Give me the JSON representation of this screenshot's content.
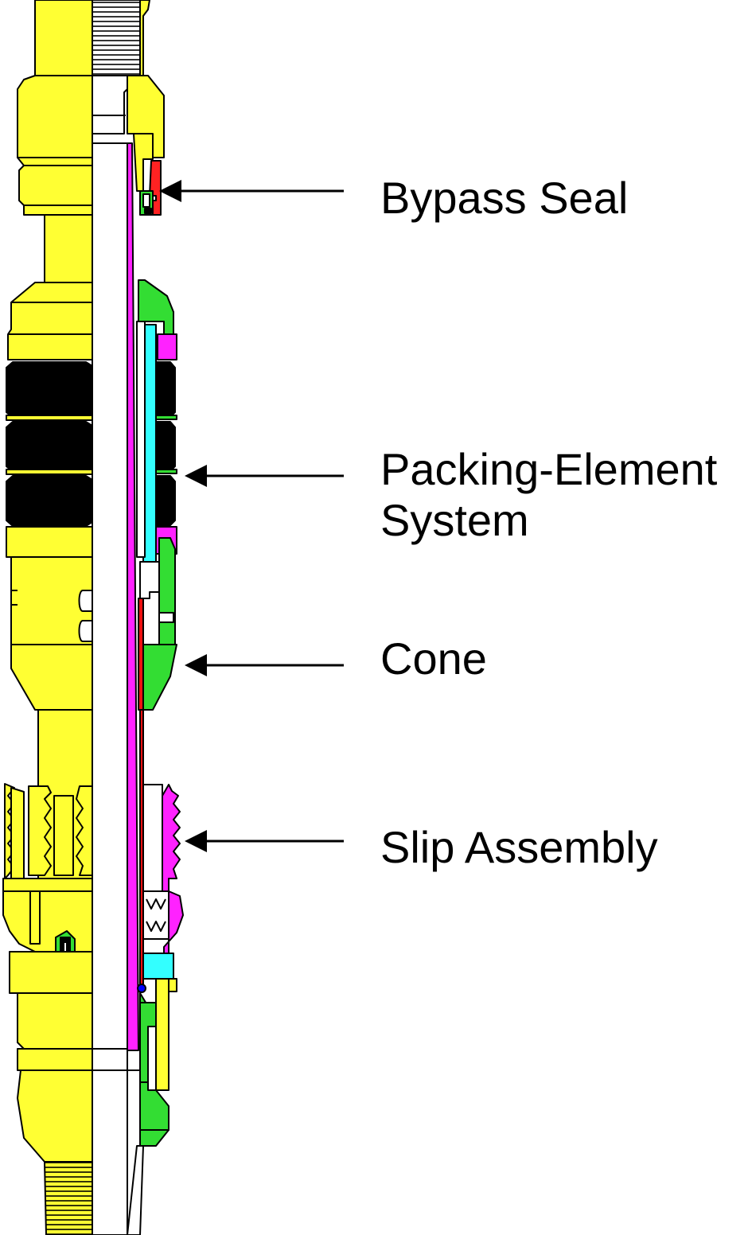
{
  "diagram": {
    "colors": {
      "housing": "#ffff33",
      "mandrel": "#ffffff",
      "outline": "#000000",
      "elastomer": "#000000",
      "sleeve": "#ff22ff",
      "liner": "#33ffff",
      "green_parts": "#33dd33",
      "seal": "#ff2222",
      "red_line": "#ee1111",
      "plug": "#0000ff"
    },
    "icons": {
      "arrow": "left-pointing-arrow",
      "spring": "zigzag-spring"
    },
    "callouts": [
      {
        "id": "bypass-seal",
        "lines": [
          "Bypass Seal"
        ]
      },
      {
        "id": "packing-element-system",
        "lines": [
          "Packing-Element",
          "System"
        ]
      },
      {
        "id": "cone",
        "lines": [
          "Cone"
        ]
      },
      {
        "id": "slip-assembly",
        "lines": [
          "Slip Assembly"
        ]
      }
    ]
  }
}
